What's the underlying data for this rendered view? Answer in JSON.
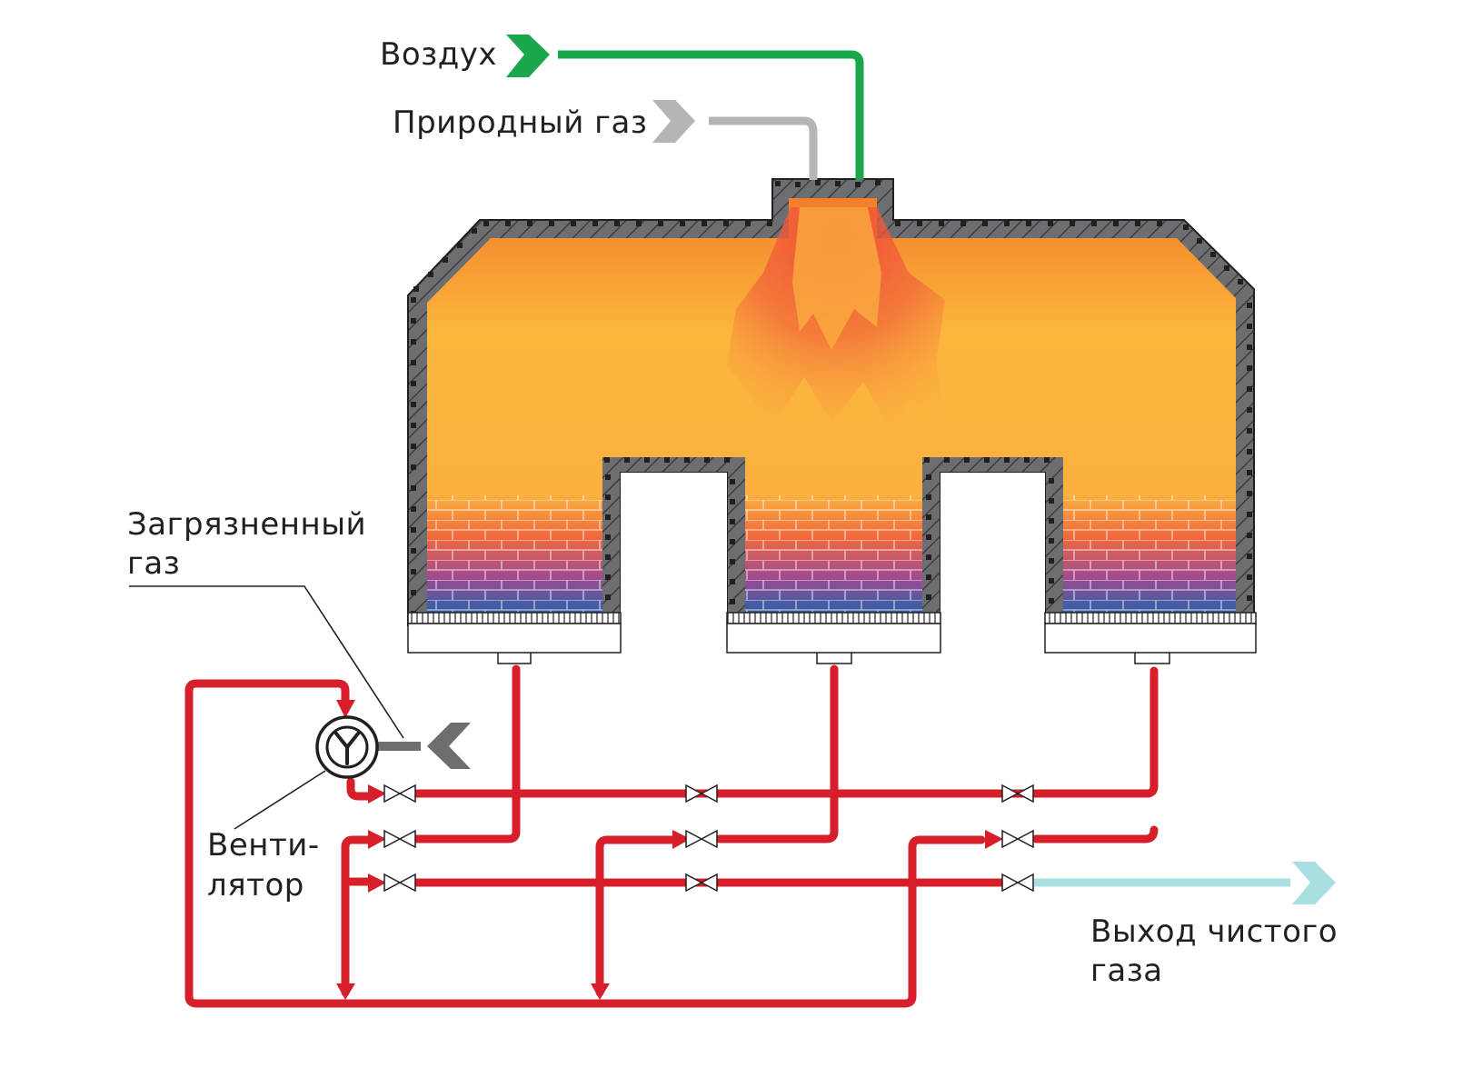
{
  "labels": {
    "air": "Воздух",
    "natural_gas": "Природный газ",
    "dirty_gas_line1": "Загрязненный",
    "dirty_gas_line2": "газ",
    "fan_line1": "Венти-",
    "fan_line2": "лятор",
    "clean_out_line1": "Выход чистого",
    "clean_out_line2": "газа"
  },
  "colors": {
    "air_line": "#1aa64a",
    "gas_line": "#b3b5b8",
    "process_line": "#d71f2b",
    "clean_line": "#a9dfe0",
    "insulation": "#6d6e71",
    "chamber_hot": "#f7941d",
    "chamber_warm": "#fbb040",
    "bed_cold": "#2e5fa8"
  },
  "icons": {
    "air_arrow": "chevron-right-icon",
    "gas_arrow": "chevron-right-icon",
    "dirty_inlet_arrow": "chevron-left-icon",
    "clean_out_arrow": "chevron-right-icon",
    "fan": "fan-icon",
    "valve": "butterfly-valve-icon",
    "flame": "flame-icon"
  }
}
